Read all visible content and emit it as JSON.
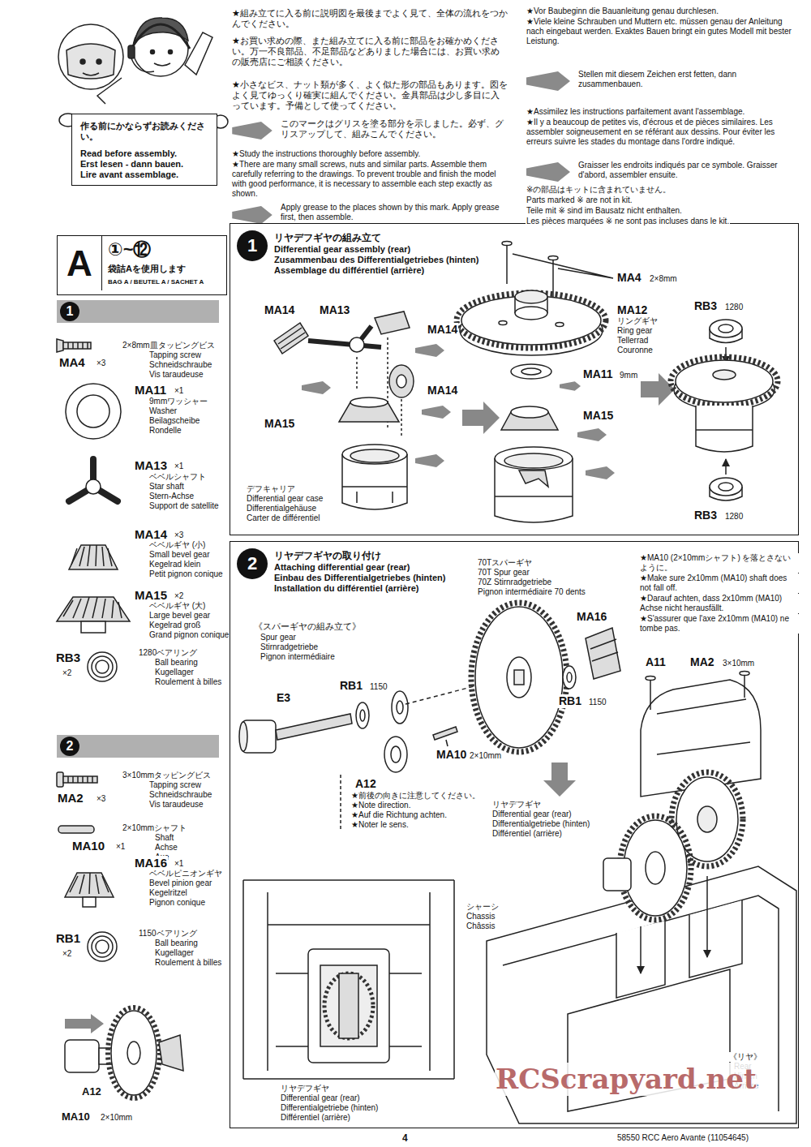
{
  "diagram": {
    "nodes": [
      {
        "text": [
          "作る前にかならずお読みください。",
          "Read before assembly.",
          "Erst lesen - dann bauen.",
          "Lire avant assemblage."
        ]
      },
      {
        "text": [
          "A",
          "①~⑫",
          "袋詰Aを使用します",
          "BAG A / BEUTEL A / SACHET A"
        ]
      },
      {
        "text": [
          "1"
        ]
      },
      {
        "text": [
          "リヤデフギヤの組み立て",
          "Differential gear assembly (rear)",
          "Zusammenbau des Differentialgetriebes (hinten)",
          "Assemblage du différentiel (arrière)"
        ]
      },
      {
        "text": [
          "1"
        ],
        "in": 3
      },
      {
        "text": [
          "2"
        ]
      },
      {
        "text": [
          "リヤデフギヤの取り付け",
          "Attaching differential gear (rear)",
          "Einbau des Differentialgetriebes (hinten)",
          "Installation du différentiel (arrière)"
        ]
      },
      {
        "text": [
          "2"
        ],
        "in": 6
      }
    ],
    "labels": [
      "★組み立てに入る前に説明図を最後までよく見て、全体の流れをつかんでください。",
      "★お買い求めの際、また組み立てに入る前に部品をお確かめください。万一不良部品、不足部品などありました場合には、お買い求めの販売店にご相談ください。",
      "★小さなビス、ナット類が多く、よく似た形の部品もあります。図をよく見てゆっくり確実に組んでください。金具部品は少し多目に入っています。予備として使ってください。",
      "このマークはグリスを塗る部分を示しました。必ず、グリスアップして、組みこんでください。",
      "★Study the instructions thoroughly before assembly.",
      "★There are many small screws, nuts and similar parts. Assemble them carefully referring to the drawings. To prevent trouble and finish the model with good performance, it is necessary to assemble each step exactly as shown.",
      "Apply grease to the places shown by this mark. Apply grease first, then assemble.",
      "★Vor Baubeginn die Bauanleitung genau durchlesen.",
      "★Viele kleine Schrauben und Muttern etc. müssen genau der Anleitung nach eingebaut werden. Exaktes Bauen bringt ein gutes Modell mit bester Leistung.",
      "Stellen mit diesem Zeichen erst fetten, dann zusammenbauen.",
      "★Assimilez les instructions parfaitement avant l'assemblage.",
      "★Il y a beaucoup de petites vis, d'écrous et de pièces similaires. Les assembler soigneusement en se référant aux dessins. Pour éviter les erreurs suivre les stades du montage dans l'ordre indiqué.",
      "Graisser les endroits indiqués par ce symbole. Graisser d'abord, assembler ensuite.",
      "※の部品はキットに含まれていません。",
      "Parts marked ※ are not in kit.",
      "Teile mit ※ sind im Bausatz nicht enthalten.",
      "Les pièces marquées ※ ne sont pas incluses dans le kit.",
      "MA4",
      "×3",
      "2×8mm皿タッピングビス",
      "Tapping screw",
      "Schneidschraube",
      "Vis taraudeuse",
      "MA11",
      "×1",
      "9mmワッシャー",
      "Washer",
      "Beilagscheibe",
      "Rondelle",
      "MA13",
      "×1",
      "ベベルシャフト",
      "Star shaft",
      "Stern-Achse",
      "Support de satellite",
      "MA14",
      "×3",
      "ベベルギヤ (小)",
      "Small bevel gear",
      "Kegelrad klein",
      "Petit pignon conique",
      "MA15",
      "×2",
      "ベベルギヤ (大)",
      "Large bevel gear",
      "Kegelrad groß",
      "Grand pignon conique",
      "RB3",
      "×2",
      "1280ベアリング",
      "Ball bearing",
      "Kugellager",
      "Roulement à billes",
      "MA2",
      "×3",
      "3×10mmタッピングビス",
      "Tapping screw",
      "Schneidschraube",
      "Vis taraudeuse",
      "MA10",
      "×1",
      "2×10mmシャフト",
      "Shaft",
      "Achse",
      "Axe",
      "MA16",
      "×1",
      "ベベルピニオンギヤ",
      "Bevel pinion gear",
      "Kegelritzel",
      "Pignon conique",
      "RB1",
      "×2",
      "1150ベアリング",
      "Ball bearing",
      "Kugellager",
      "Roulement à billes",
      "A12",
      "MA10",
      "2×10mm",
      "MA14",
      "MA13",
      "MA14",
      "MA14",
      "MA15",
      "デフキャリア",
      "Differential gear case",
      "Differentialgehäuse",
      "Carter de différentiel",
      "MA4",
      "2×8mm",
      "MA12",
      "リングギヤ",
      "Ring gear",
      "Tellerrad",
      "Couronne",
      "MA11",
      "9mm",
      "MA15",
      "RB3",
      "1280",
      "RB3",
      "1280",
      "《スパーギヤの組み立て》",
      "Spur gear",
      "Stirnradgetriebe",
      "Pignon intermédiaire",
      "70Tスパーギヤ",
      "70T Spur gear",
      "70Z Stirnradgetriebe",
      "Pignon intermédiaire 70 dents",
      "MA16",
      "E3",
      "RB1",
      "1150",
      "RB1",
      "1150",
      "MA10",
      "2×10mm",
      "A12",
      "★前後の向きに注意してください。",
      "★Note direction.",
      "★Auf die Richtung achten.",
      "★Noter le sens.",
      "★MA10 (2×10mmシャフト) を落とさないように。",
      "★Make sure 2x10mm (MA10) shaft does not fall off.",
      "★Darauf achten, dass 2x10mm (MA10) Achse nicht herausfällt.",
      "★S'assurer que l'axe 2x10mm (MA10) ne tombe pas.",
      "A11",
      "MA2",
      "3×10mm",
      "リヤデフギヤ",
      "Differential gear (rear)",
      "Differentialgetriebe (hinten)",
      "Différentiel (arrière)",
      "シャーシ",
      "Chassis",
      "Châssis",
      "《リヤ》",
      "Rear",
      "Hinten",
      "Arrière",
      "リヤデフギヤ",
      "Differential gear (rear)",
      "Differentialgetriebe (hinten)",
      "Différentiel (arrière)",
      "4",
      "58550 RCC Aero Avante (11054645)",
      "RCScrapyard.net"
    ]
  }
}
